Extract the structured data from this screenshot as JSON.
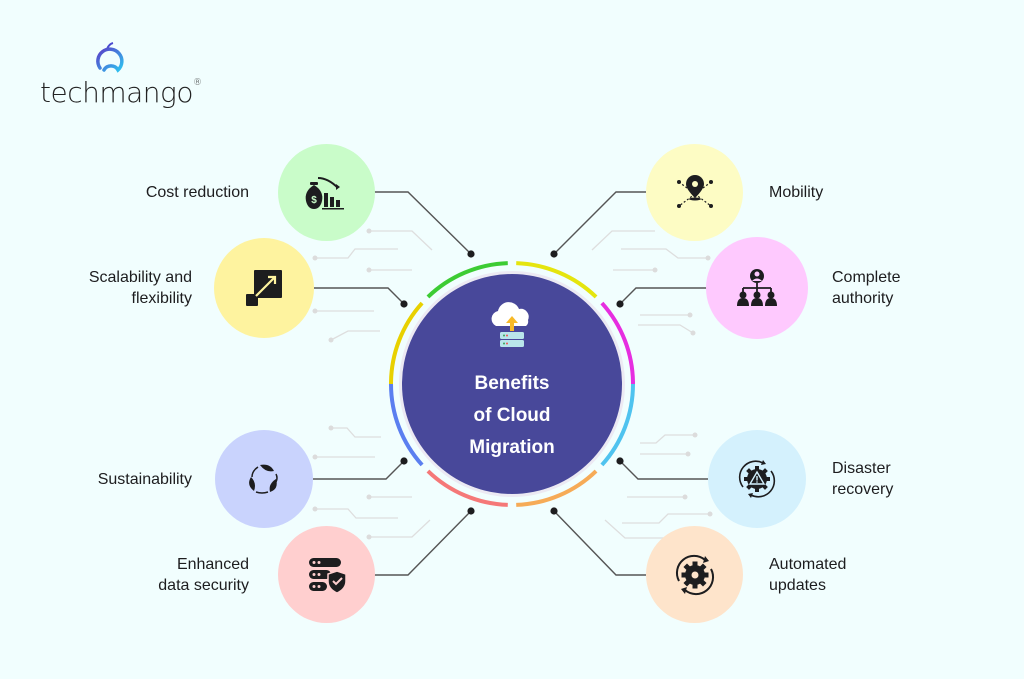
{
  "brand": {
    "name": "techmango",
    "registered_mark": "®"
  },
  "center": {
    "title_lines": [
      "Benefits",
      "of Cloud",
      "Migration"
    ],
    "icon": "cloud-upload-server-icon",
    "fill_color": "#48489a"
  },
  "benefits": [
    {
      "id": "cost-reduction",
      "label_lines": [
        "Cost reduction"
      ],
      "icon": "money-bag-decrease-chart-icon",
      "bubble_color": "#c9fcc9",
      "ring_color": "#3dcc34",
      "side": "left"
    },
    {
      "id": "scalability",
      "label_lines": [
        "Scalability and",
        "flexibility"
      ],
      "icon": "expand-arrow-icon",
      "bubble_color": "#fef39f",
      "ring_color": "#e8d100",
      "side": "left"
    },
    {
      "id": "sustainability",
      "label_lines": [
        "Sustainability"
      ],
      "icon": "leaf-recycle-icon",
      "bubble_color": "#c9d3fd",
      "ring_color": "#5b7ff0",
      "side": "left"
    },
    {
      "id": "data-security",
      "label_lines": [
        "Enhanced",
        "data security"
      ],
      "icon": "server-shield-icon",
      "bubble_color": "#ffcfcf",
      "ring_color": "#f57878",
      "side": "left"
    },
    {
      "id": "mobility",
      "label_lines": [
        "Mobility"
      ],
      "icon": "location-pin-network-icon",
      "bubble_color": "#fdfcc4",
      "ring_color": "#e5e50e",
      "side": "right"
    },
    {
      "id": "complete-authority",
      "label_lines": [
        "Complete",
        "authority"
      ],
      "icon": "org-hierarchy-icon",
      "bubble_color": "#fec9fe",
      "ring_color": "#e62ee0",
      "side": "right"
    },
    {
      "id": "disaster-recovery",
      "label_lines": [
        "Disaster",
        "recovery"
      ],
      "icon": "gear-warning-cycle-icon",
      "bubble_color": "#d4f1fd",
      "ring_color": "#4fc3ef",
      "side": "right"
    },
    {
      "id": "automated-updates",
      "label_lines": [
        "Automated",
        "updates"
      ],
      "icon": "gear-sync-icon",
      "bubble_color": "#fee4cb",
      "ring_color": "#f6ab57",
      "side": "right"
    }
  ]
}
